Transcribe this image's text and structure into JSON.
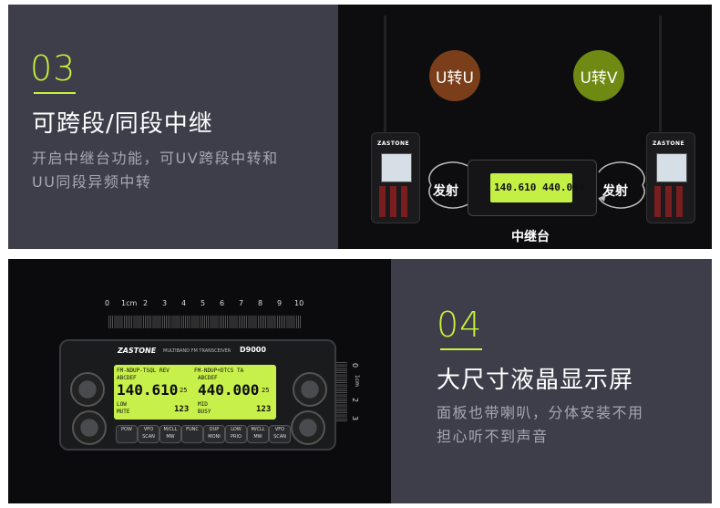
{
  "section1": {
    "number": "03",
    "title": "可跨段/同段中继",
    "desc_line1": "开启中继台功能，可UV跨段中转和",
    "desc_line2": "UU同段异频中转"
  },
  "diagram": {
    "left_circle": "U转U",
    "right_circle": "U转V",
    "left_circle_color": "#7a3e1a",
    "right_circle_color": "#6f8a12",
    "send_left": "发射",
    "send_right": "发射",
    "center_label": "中继台",
    "handheld_brand": "ZASTONE",
    "lcd_text": "140.610  440.000"
  },
  "section2": {
    "number": "04",
    "title": "大尺寸液晶显示屏",
    "desc_line1": "面板也带喇叭，分体安装不用",
    "desc_line2": "担心听不到声音"
  },
  "radio": {
    "brand": "ZASTONE",
    "subtitle": "MULTIBAND FM TRANSCEIVER",
    "model": "D9000",
    "lcd_left_top": "FM-NDUP-TSQL REV",
    "lcd_left_name": "ABCDEF",
    "lcd_left_freq": "140.610",
    "lcd_left_low": "LOW",
    "lcd_left_mute": "MUTE",
    "lcd_left_ch": "25",
    "lcd_left_pr": "123",
    "lcd_right_top": "FM-NDUP+DTCS TA",
    "lcd_right_name": "ABCDEF",
    "lcd_right_freq": "440.000",
    "lcd_right_mid": "MID",
    "lcd_right_busy": "BUSY",
    "lcd_right_ch": "25",
    "lcd_right_pr": "123",
    "buttons": [
      "POW",
      "VFO SCAN",
      "M/CLL MW",
      "FUNC",
      "DUP MONI",
      "LOW PRIO",
      "M/CLL MW",
      "VFO SCAN"
    ],
    "ruler_h": [
      "0",
      "1cm",
      "2",
      "3",
      "4",
      "5",
      "6",
      "7",
      "8",
      "9",
      "10"
    ],
    "ruler_v": [
      "0",
      "1cm",
      "2",
      "3"
    ]
  },
  "colors": {
    "accent": "#c8f23a",
    "panel_gray": "#3d3e4a",
    "panel_black": "#0d0d0f"
  }
}
